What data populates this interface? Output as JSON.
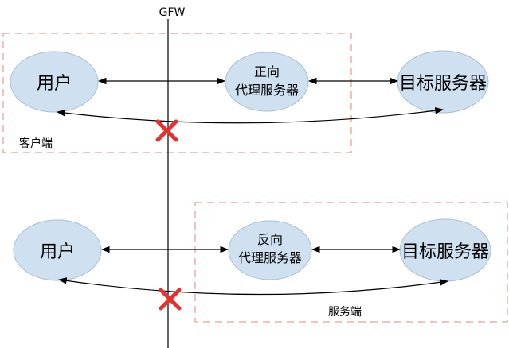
{
  "gfw": "GFW",
  "forward": {
    "user": "用户",
    "proxy_line1": "正向",
    "proxy_line2": "代理服务器",
    "target": "目标服务器",
    "region": "客户端"
  },
  "reverse": {
    "user": "用户",
    "proxy_line1": "反向",
    "proxy_line2": "代理服务器",
    "target": "目标服务器",
    "region": "服务端"
  },
  "colors": {
    "node_fill": "#cfe0f1",
    "dashed_border": "#e8a0a0",
    "blocked_cross": "#e8312f"
  },
  "icons": {
    "blocked": "cross-icon"
  }
}
